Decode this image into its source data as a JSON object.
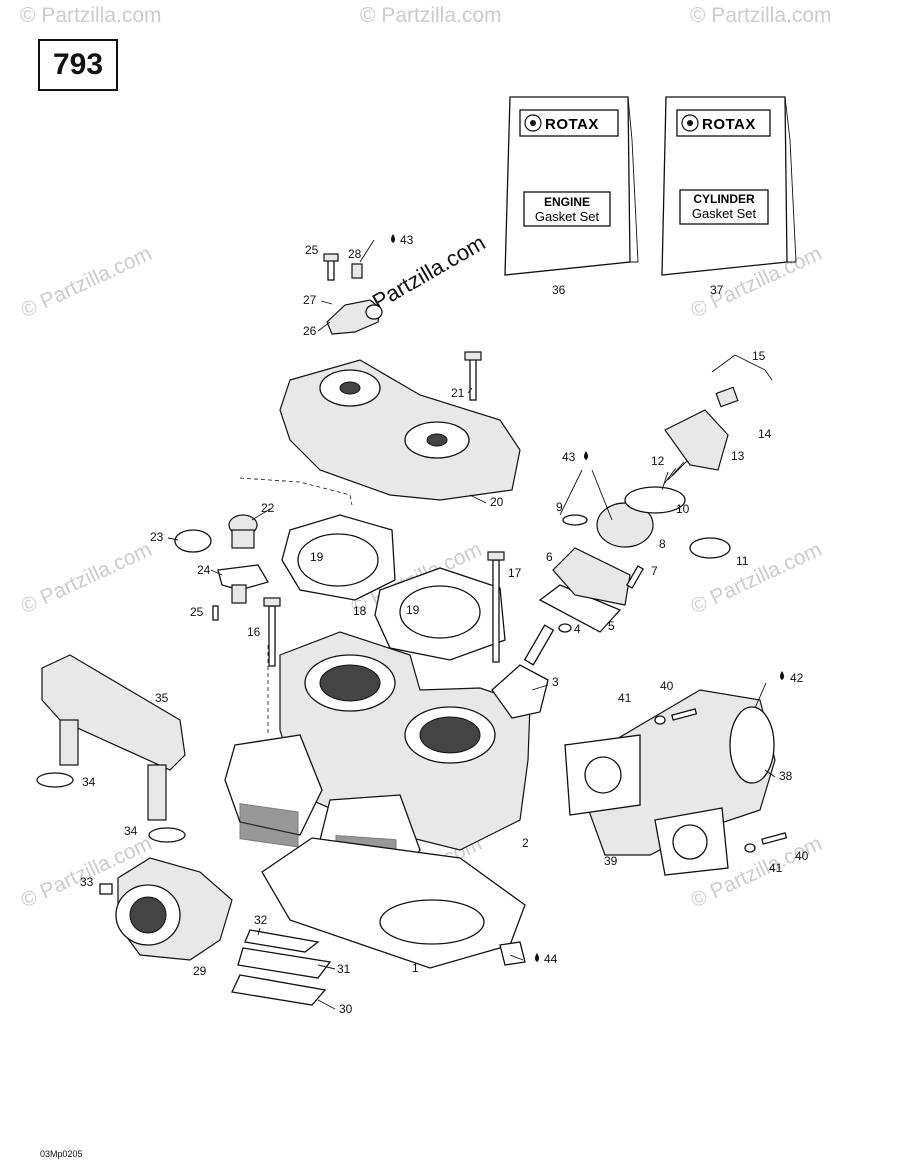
{
  "page_number": "793",
  "figure_code": "03Mp0205",
  "watermark_text": "© Partzilla.com",
  "watermark_main": "Partzilla.com",
  "kits": [
    {
      "ref": "36",
      "brand": "ROTAX",
      "line1": "ENGINE",
      "line2": "Gasket Set"
    },
    {
      "ref": "37",
      "brand": "ROTAX",
      "line1": "CYLINDER",
      "line2": "Gasket Set"
    }
  ],
  "callouts": [
    {
      "id": "1",
      "text": "1"
    },
    {
      "id": "2",
      "text": "2"
    },
    {
      "id": "3",
      "text": "3"
    },
    {
      "id": "4",
      "text": "4"
    },
    {
      "id": "5",
      "text": "5"
    },
    {
      "id": "6",
      "text": "6"
    },
    {
      "id": "7",
      "text": "7"
    },
    {
      "id": "8",
      "text": "8"
    },
    {
      "id": "9",
      "text": "9"
    },
    {
      "id": "10",
      "text": "10"
    },
    {
      "id": "11",
      "text": "11"
    },
    {
      "id": "12",
      "text": "12"
    },
    {
      "id": "13",
      "text": "13"
    },
    {
      "id": "14",
      "text": "14"
    },
    {
      "id": "15",
      "text": "15"
    },
    {
      "id": "16",
      "text": "16"
    },
    {
      "id": "17",
      "text": "17"
    },
    {
      "id": "18",
      "text": "18"
    },
    {
      "id": "19a",
      "text": "19"
    },
    {
      "id": "19b",
      "text": "19"
    },
    {
      "id": "20",
      "text": "20"
    },
    {
      "id": "21",
      "text": "21"
    },
    {
      "id": "22",
      "text": "22"
    },
    {
      "id": "23",
      "text": "23"
    },
    {
      "id": "24",
      "text": "24"
    },
    {
      "id": "25a",
      "text": "25"
    },
    {
      "id": "25b",
      "text": "25"
    },
    {
      "id": "26",
      "text": "26"
    },
    {
      "id": "27",
      "text": "27"
    },
    {
      "id": "28",
      "text": "28"
    },
    {
      "id": "29",
      "text": "29"
    },
    {
      "id": "30",
      "text": "30"
    },
    {
      "id": "31",
      "text": "31"
    },
    {
      "id": "32",
      "text": "32"
    },
    {
      "id": "33",
      "text": "33"
    },
    {
      "id": "34a",
      "text": "34"
    },
    {
      "id": "34b",
      "text": "34"
    },
    {
      "id": "35",
      "text": "35"
    },
    {
      "id": "38",
      "text": "38"
    },
    {
      "id": "39",
      "text": "39"
    },
    {
      "id": "40a",
      "text": "40"
    },
    {
      "id": "40b",
      "text": "40"
    },
    {
      "id": "41a",
      "text": "41"
    },
    {
      "id": "41b",
      "text": "41"
    },
    {
      "id": "42",
      "text": "42"
    },
    {
      "id": "43a",
      "text": "43"
    },
    {
      "id": "43b",
      "text": "43"
    },
    {
      "id": "44",
      "text": "44"
    }
  ]
}
